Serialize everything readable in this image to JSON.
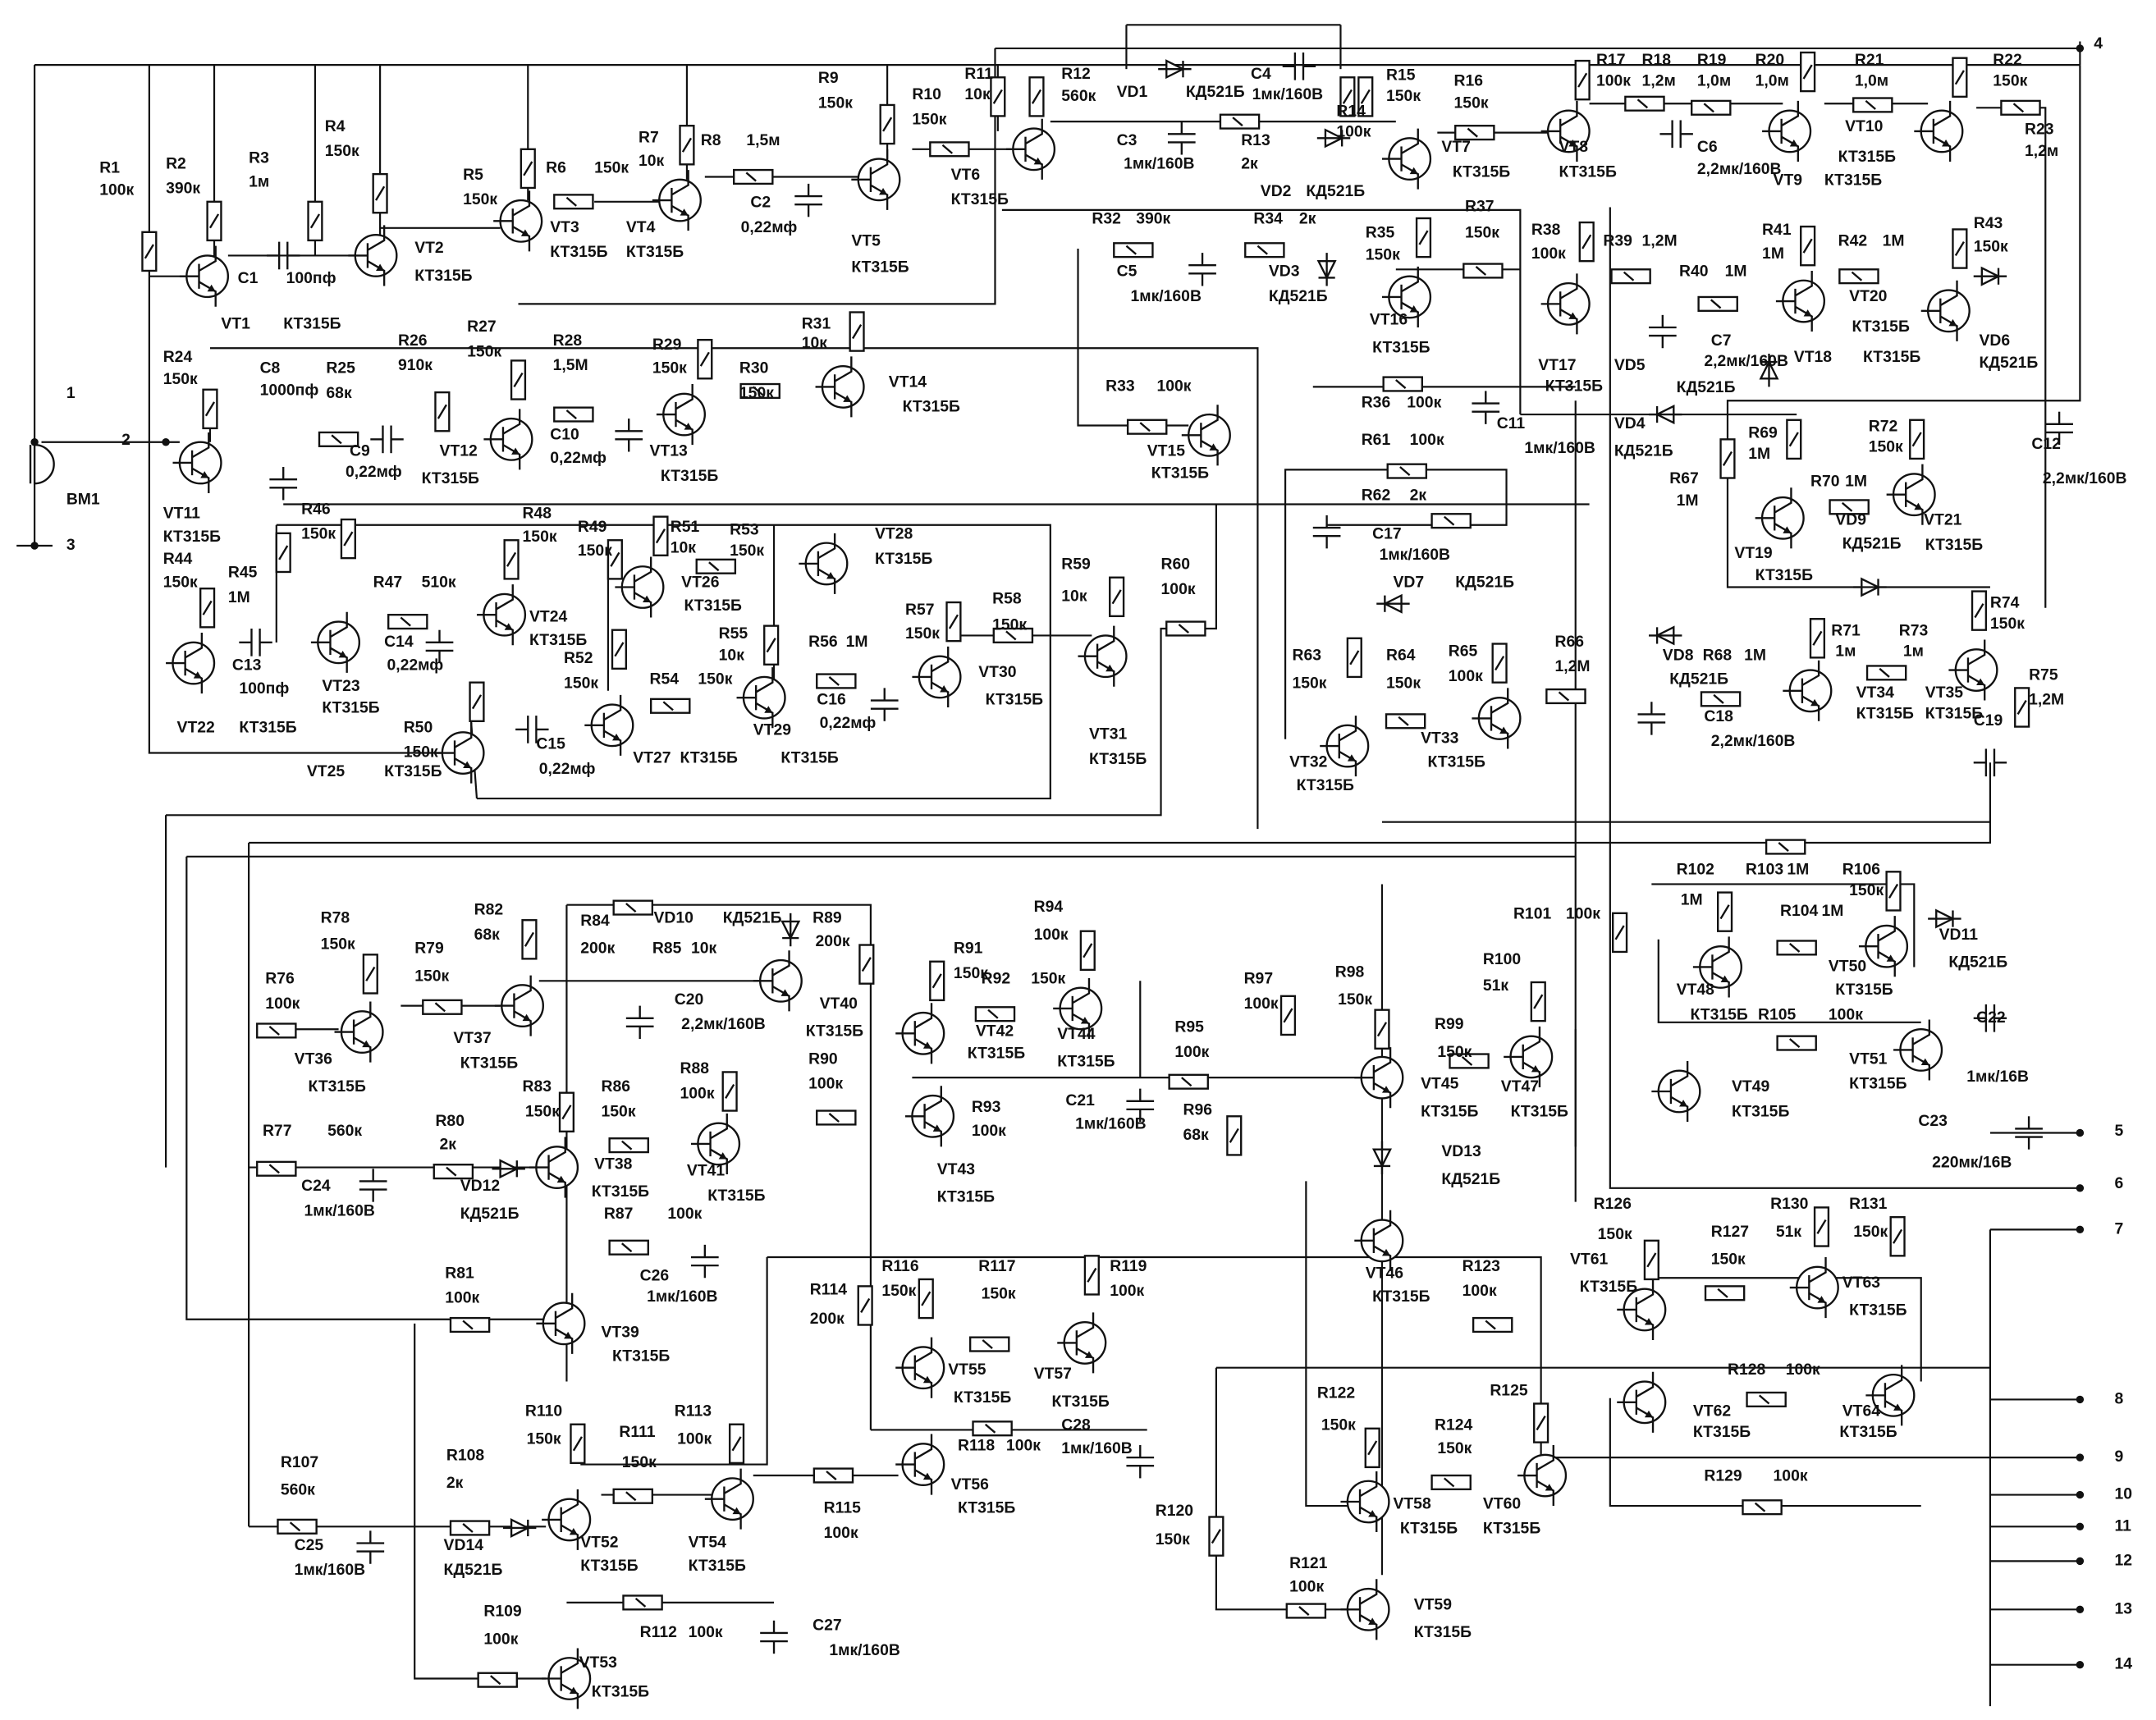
{
  "microphone": {
    "ref": "BM1"
  },
  "terminals": [
    "1",
    "2",
    "3",
    "4",
    "5",
    "6",
    "7",
    "8",
    "9",
    "10",
    "11",
    "12",
    "13",
    "14"
  ],
  "resistors": [
    {
      "ref": "R1",
      "value": "100к"
    },
    {
      "ref": "R2",
      "value": "390к"
    },
    {
      "ref": "R3",
      "value": "1м"
    },
    {
      "ref": "R4",
      "value": "150к"
    },
    {
      "ref": "R5",
      "value": "150к"
    },
    {
      "ref": "R6",
      "value": "150к"
    },
    {
      "ref": "R7",
      "value": "10к"
    },
    {
      "ref": "R8",
      "value": "1,5м"
    },
    {
      "ref": "R9",
      "value": "150к"
    },
    {
      "ref": "R10",
      "value": "150к"
    },
    {
      "ref": "R11",
      "value": "10к"
    },
    {
      "ref": "R12",
      "value": "560к"
    },
    {
      "ref": "R13",
      "value": "2к"
    },
    {
      "ref": "R14",
      "value": "100к"
    },
    {
      "ref": "R15",
      "value": "150к"
    },
    {
      "ref": "R16",
      "value": "150к"
    },
    {
      "ref": "R17",
      "value": "100к"
    },
    {
      "ref": "R18",
      "value": "1,2м"
    },
    {
      "ref": "R19",
      "value": "1,0м"
    },
    {
      "ref": "R20",
      "value": "1,0м"
    },
    {
      "ref": "R21",
      "value": "1,0м"
    },
    {
      "ref": "R22",
      "value": "150к"
    },
    {
      "ref": "R23",
      "value": "1,2м"
    },
    {
      "ref": "R24",
      "value": "150к"
    },
    {
      "ref": "R25",
      "value": "68к"
    },
    {
      "ref": "R26",
      "value": "910к"
    },
    {
      "ref": "R27",
      "value": "150к"
    },
    {
      "ref": "R28",
      "value": "1,5М"
    },
    {
      "ref": "R29",
      "value": "150к"
    },
    {
      "ref": "R30",
      "value": "150к"
    },
    {
      "ref": "R31",
      "value": "10к"
    },
    {
      "ref": "R32",
      "value": "390к"
    },
    {
      "ref": "R33",
      "value": "100к"
    },
    {
      "ref": "R34",
      "value": "2к"
    },
    {
      "ref": "R35",
      "value": "150к"
    },
    {
      "ref": "R36",
      "value": "100к"
    },
    {
      "ref": "R37",
      "value": "150к"
    },
    {
      "ref": "R38",
      "value": "100к"
    },
    {
      "ref": "R39",
      "value": "1,2М"
    },
    {
      "ref": "R40",
      "value": "1М"
    },
    {
      "ref": "R41",
      "value": "1М"
    },
    {
      "ref": "R42",
      "value": "1М"
    },
    {
      "ref": "R43",
      "value": "150к"
    },
    {
      "ref": "R44",
      "value": "150к"
    },
    {
      "ref": "R45",
      "value": "1М"
    },
    {
      "ref": "R46",
      "value": "150к"
    },
    {
      "ref": "R47",
      "value": "510к"
    },
    {
      "ref": "R48",
      "value": "150к"
    },
    {
      "ref": "R49",
      "value": "150к"
    },
    {
      "ref": "R50",
      "value": "150к"
    },
    {
      "ref": "R51",
      "value": "10к"
    },
    {
      "ref": "R52",
      "value": "150к"
    },
    {
      "ref": "R53",
      "value": "150к"
    },
    {
      "ref": "R54",
      "value": "150к"
    },
    {
      "ref": "R55",
      "value": "10к"
    },
    {
      "ref": "R56",
      "value": "1М"
    },
    {
      "ref": "R57",
      "value": "150к"
    },
    {
      "ref": "R58",
      "value": "150к"
    },
    {
      "ref": "R59",
      "value": "10к"
    },
    {
      "ref": "R60",
      "value": "100к"
    },
    {
      "ref": "R61",
      "value": "100к"
    },
    {
      "ref": "R62",
      "value": "2к"
    },
    {
      "ref": "R63",
      "value": "150к"
    },
    {
      "ref": "R64",
      "value": "150к"
    },
    {
      "ref": "R65",
      "value": "100к"
    },
    {
      "ref": "R66",
      "value": "1,2М"
    },
    {
      "ref": "R67",
      "value": "1М"
    },
    {
      "ref": "R68",
      "value": "1М"
    },
    {
      "ref": "R69",
      "value": "1М"
    },
    {
      "ref": "R70",
      "value": "1М"
    },
    {
      "ref": "R71",
      "value": "1м"
    },
    {
      "ref": "R72",
      "value": "150к"
    },
    {
      "ref": "R73",
      "value": "1м"
    },
    {
      "ref": "R74",
      "value": "150к"
    },
    {
      "ref": "R75",
      "value": "1,2М"
    },
    {
      "ref": "R76",
      "value": "100к"
    },
    {
      "ref": "R77",
      "value": "560к"
    },
    {
      "ref": "R78",
      "value": "150к"
    },
    {
      "ref": "R79",
      "value": "150к"
    },
    {
      "ref": "R80",
      "value": "2к"
    },
    {
      "ref": "R81",
      "value": "100к"
    },
    {
      "ref": "R82",
      "value": "68к"
    },
    {
      "ref": "R83",
      "value": "150к"
    },
    {
      "ref": "R84",
      "value": "200к"
    },
    {
      "ref": "R85",
      "value": "10к"
    },
    {
      "ref": "R86",
      "value": "150к"
    },
    {
      "ref": "R87",
      "value": "100к"
    },
    {
      "ref": "R88",
      "value": "100к"
    },
    {
      "ref": "R89",
      "value": "200к"
    },
    {
      "ref": "R90",
      "value": "100к"
    },
    {
      "ref": "R91",
      "value": "150к"
    },
    {
      "ref": "R92",
      "value": "150к"
    },
    {
      "ref": "R93",
      "value": "100к"
    },
    {
      "ref": "R94",
      "value": "100к"
    },
    {
      "ref": "R95",
      "value": "100к"
    },
    {
      "ref": "R96",
      "value": "68к"
    },
    {
      "ref": "R97",
      "value": "100к"
    },
    {
      "ref": "R98",
      "value": "150к"
    },
    {
      "ref": "R99",
      "value": "150к"
    },
    {
      "ref": "R100",
      "value": "51к"
    },
    {
      "ref": "R101",
      "value": "100к"
    },
    {
      "ref": "R102",
      "value": "1М"
    },
    {
      "ref": "R103",
      "value": "1М"
    },
    {
      "ref": "R104",
      "value": "1М"
    },
    {
      "ref": "R105",
      "value": "100к"
    },
    {
      "ref": "R106",
      "value": "150к"
    },
    {
      "ref": "R107",
      "value": "560к"
    },
    {
      "ref": "R108",
      "value": "2к"
    },
    {
      "ref": "R109",
      "value": "100к"
    },
    {
      "ref": "R110",
      "value": "150к"
    },
    {
      "ref": "R111",
      "value": "150к"
    },
    {
      "ref": "R112",
      "value": "100к"
    },
    {
      "ref": "R113",
      "value": "100к"
    },
    {
      "ref": "R114",
      "value": "200к"
    },
    {
      "ref": "R115",
      "value": "100к"
    },
    {
      "ref": "R116",
      "value": "150к"
    },
    {
      "ref": "R117",
      "value": "150к"
    },
    {
      "ref": "R118",
      "value": "100к"
    },
    {
      "ref": "R119",
      "value": "100к"
    },
    {
      "ref": "R120",
      "value": "150к"
    },
    {
      "ref": "R121",
      "value": "100к"
    },
    {
      "ref": "R122",
      "value": "150к"
    },
    {
      "ref": "R123",
      "value": "100к"
    },
    {
      "ref": "R124",
      "value": "150к"
    },
    {
      "ref": "R125",
      "value": ""
    },
    {
      "ref": "R126",
      "value": "150к"
    },
    {
      "ref": "R127",
      "value": "150к"
    },
    {
      "ref": "R128",
      "value": "100к"
    },
    {
      "ref": "R129",
      "value": "100к"
    },
    {
      "ref": "R130",
      "value": "51к"
    },
    {
      "ref": "R131",
      "value": "150к"
    }
  ],
  "capacitors": [
    {
      "ref": "C1",
      "value": "100пф"
    },
    {
      "ref": "C2",
      "value": "0,22мф"
    },
    {
      "ref": "C3",
      "value": "1мк/160В"
    },
    {
      "ref": "C4",
      "value": "1мк/160В"
    },
    {
      "ref": "C5",
      "value": "1мк/160В"
    },
    {
      "ref": "C6",
      "value": "2,2мк/160В"
    },
    {
      "ref": "C7",
      "value": "2,2мк/160В"
    },
    {
      "ref": "C8",
      "value": "1000пф"
    },
    {
      "ref": "C9",
      "value": "0,22мф"
    },
    {
      "ref": "C10",
      "value": "0,22мф"
    },
    {
      "ref": "C11",
      "value": "1мк/160В"
    },
    {
      "ref": "C12",
      "value": "2,2мк/160В"
    },
    {
      "ref": "C13",
      "value": "100пф"
    },
    {
      "ref": "C14",
      "value": "0,22мф"
    },
    {
      "ref": "C15",
      "value": "0,22мф"
    },
    {
      "ref": "C16",
      "value": "0,22мф"
    },
    {
      "ref": "C17",
      "value": "1мк/160В"
    },
    {
      "ref": "C18",
      "value": "2,2мк/160В"
    },
    {
      "ref": "C19",
      "value": ""
    },
    {
      "ref": "C20",
      "value": "2,2мк/160В"
    },
    {
      "ref": "C21",
      "value": "1мк/160В"
    },
    {
      "ref": "C22",
      "value": "1мк/16В"
    },
    {
      "ref": "C23",
      "value": "220мк/16В"
    },
    {
      "ref": "C24",
      "value": "1мк/160В"
    },
    {
      "ref": "C25",
      "value": "1мк/160В"
    },
    {
      "ref": "C26",
      "value": "1мк/160В"
    },
    {
      "ref": "C27",
      "value": "1мк/160В"
    },
    {
      "ref": "C28",
      "value": "1мк/160В"
    }
  ],
  "diodes": [
    {
      "ref": "VD1",
      "value": "КД521Б"
    },
    {
      "ref": "VD2",
      "value": "КД521Б"
    },
    {
      "ref": "VD3",
      "value": "КД521Б"
    },
    {
      "ref": "VD4",
      "value": "КД521Б"
    },
    {
      "ref": "VD5",
      "value": "КД521Б"
    },
    {
      "ref": "VD6",
      "value": "КД521Б"
    },
    {
      "ref": "VD7",
      "value": "КД521Б"
    },
    {
      "ref": "VD8",
      "value": "КД521Б"
    },
    {
      "ref": "VD9",
      "value": "КД521Б"
    },
    {
      "ref": "VD10",
      "value": "КД521Б"
    },
    {
      "ref": "VD11",
      "value": "КД521Б"
    },
    {
      "ref": "VD12",
      "value": "КД521Б"
    },
    {
      "ref": "VD13",
      "value": "КД521Б"
    },
    {
      "ref": "VD14",
      "value": "КД521Б"
    }
  ],
  "transistors": [
    {
      "ref": "VT1",
      "value": "КТ315Б"
    },
    {
      "ref": "VT2",
      "value": "КТ315Б"
    },
    {
      "ref": "VT3",
      "value": "КТ315Б"
    },
    {
      "ref": "VT4",
      "value": "КТ315Б"
    },
    {
      "ref": "VT5",
      "value": "КТ315Б"
    },
    {
      "ref": "VT6",
      "value": "КТ315Б"
    },
    {
      "ref": "VT7",
      "value": "КТ315Б"
    },
    {
      "ref": "VT8",
      "value": "КТ315Б"
    },
    {
      "ref": "VT9",
      "value": "КТ315Б"
    },
    {
      "ref": "VT10",
      "value": "КТ315Б"
    },
    {
      "ref": "VT11",
      "value": "КТ315Б"
    },
    {
      "ref": "VT12",
      "value": "КТ315Б"
    },
    {
      "ref": "VT13",
      "value": "КТ315Б"
    },
    {
      "ref": "VT14",
      "value": "КТ315Б"
    },
    {
      "ref": "VT15",
      "value": "КТ315Б"
    },
    {
      "ref": "VT16",
      "value": "КТ315Б"
    },
    {
      "ref": "VT17",
      "value": "КТ315Б"
    },
    {
      "ref": "VT18",
      "value": "КТ315Б"
    },
    {
      "ref": "VT19",
      "value": "КТ315Б"
    },
    {
      "ref": "VT20",
      "value": "КТ315Б"
    },
    {
      "ref": "VT21",
      "value": "КТ315Б"
    },
    {
      "ref": "VT22",
      "value": "КТ315Б"
    },
    {
      "ref": "VT23",
      "value": "КТ315Б"
    },
    {
      "ref": "VT24",
      "value": "КТ315Б"
    },
    {
      "ref": "VT25",
      "value": "КТ315Б"
    },
    {
      "ref": "VT26",
      "value": "КТ315Б"
    },
    {
      "ref": "VT27",
      "value": "КТ315Б"
    },
    {
      "ref": "VT28",
      "value": "КТ315Б"
    },
    {
      "ref": "VT29",
      "value": "КТ315Б"
    },
    {
      "ref": "VT30",
      "value": "КТ315Б"
    },
    {
      "ref": "VT31",
      "value": "КТ315Б"
    },
    {
      "ref": "VT32",
      "value": "КТ315Б"
    },
    {
      "ref": "VT33",
      "value": "КТ315Б"
    },
    {
      "ref": "VT34",
      "value": "КТ315Б"
    },
    {
      "ref": "VT35",
      "value": "КТ315Б"
    },
    {
      "ref": "VT36",
      "value": "КТ315Б"
    },
    {
      "ref": "VT37",
      "value": "КТ315Б"
    },
    {
      "ref": "VT38",
      "value": "КТ315Б"
    },
    {
      "ref": "VT39",
      "value": "КТ315Б"
    },
    {
      "ref": "VT40",
      "value": "КТ315Б"
    },
    {
      "ref": "VT41",
      "value": "КТ315Б"
    },
    {
      "ref": "VT42",
      "value": "КТ315Б"
    },
    {
      "ref": "VT43",
      "value": "КТ315Б"
    },
    {
      "ref": "VT44",
      "value": "КТ315Б"
    },
    {
      "ref": "VT45",
      "value": "КТ315Б"
    },
    {
      "ref": "VT46",
      "value": "КТ315Б"
    },
    {
      "ref": "VT47",
      "value": "КТ315Б"
    },
    {
      "ref": "VT48",
      "value": "КТ315Б"
    },
    {
      "ref": "VT49",
      "value": "КТ315Б"
    },
    {
      "ref": "VT50",
      "value": "КТ315Б"
    },
    {
      "ref": "VT51",
      "value": "КТ315Б"
    },
    {
      "ref": "VT52",
      "value": "КТ315Б"
    },
    {
      "ref": "VT53",
      "value": "КТ315Б"
    },
    {
      "ref": "VT54",
      "value": "КТ315Б"
    },
    {
      "ref": "VT55",
      "value": "КТ315Б"
    },
    {
      "ref": "VT56",
      "value": "КТ315Б"
    },
    {
      "ref": "VT57",
      "value": "КТ315Б"
    },
    {
      "ref": "VT58",
      "value": "КТ315Б"
    },
    {
      "ref": "VT59",
      "value": "КТ315Б"
    },
    {
      "ref": "VT60",
      "value": "КТ315Б"
    },
    {
      "ref": "VT61",
      "value": "КТ315Б"
    },
    {
      "ref": "VT62",
      "value": "КТ315Б"
    },
    {
      "ref": "VT63",
      "value": "КТ315Б"
    },
    {
      "ref": "VT64",
      "value": "КТ315Б"
    }
  ]
}
